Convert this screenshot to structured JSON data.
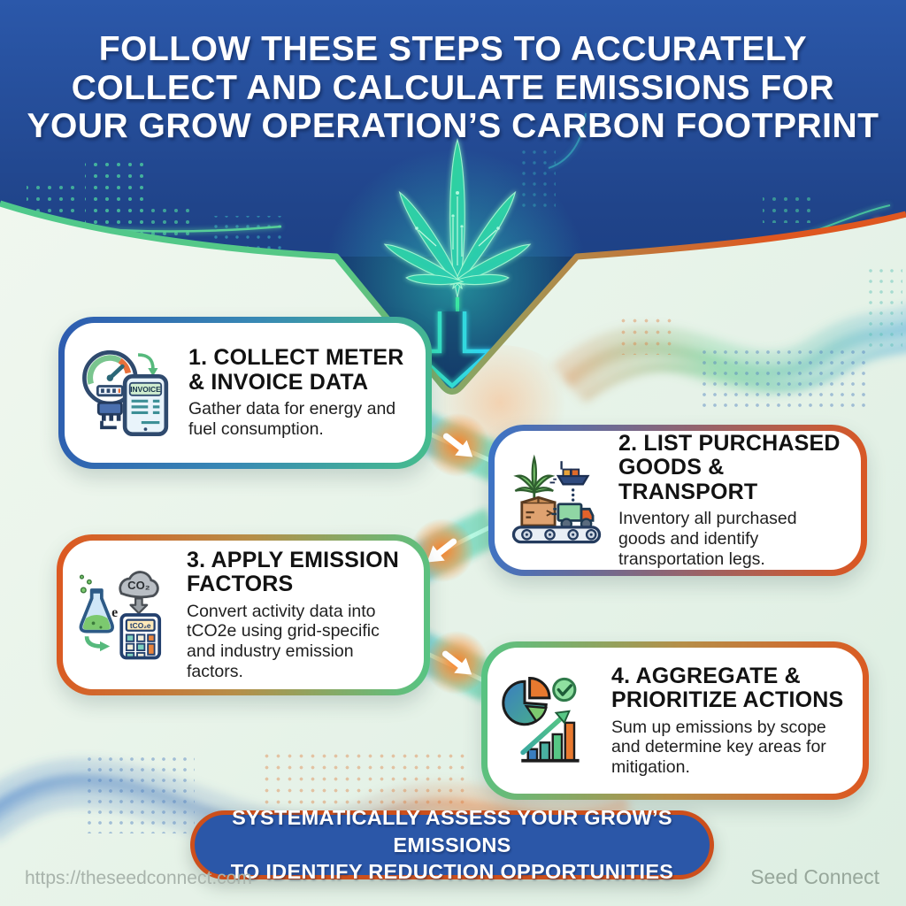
{
  "header": {
    "line1": "FOLLOW THESE STEPS TO ACCURATELY",
    "line2": "COLLECT AND CALCULATE EMISSIONS FOR",
    "line3": "YOUR GROW OPERATION’S CARBON FOOTPRINT"
  },
  "steps": [
    {
      "number": "1.",
      "title": "COLLECT METER & INVOICE DATA",
      "description": "Gather data for energy and fuel consumption.",
      "icon": "meter-invoice-icon",
      "icon_label": "INVOICE"
    },
    {
      "number": "2.",
      "title": "LIST PURCHASED GOODS & TRANSPORT",
      "description": "Inventory all purchased goods and identify transportation legs.",
      "icon": "supply-chain-icon"
    },
    {
      "number": "3.",
      "title": "APPLY EMISSION FACTORS",
      "description": "Convert activity data into tCO2e using grid-specific and industry emission factors.",
      "icon": "emission-factors-icon",
      "icon_label_cloud": "CO₂",
      "icon_label_calc": "tCO₂e",
      "icon_label_e": "e"
    },
    {
      "number": "4.",
      "title": "AGGREGATE & PRIORITIZE ACTIONS",
      "description": "Sum up emissions by scope and determine key areas for mitigation.",
      "icon": "chart-prioritize-icon"
    }
  ],
  "banner": {
    "line1": "SYSTEMATICALLY ASSESS YOUR GROW’S EMISSIONS",
    "line2": "TO IDENTIFY REDUCTION OPPORTUNITIES"
  },
  "footer": {
    "url": "https://theseedconnect.com",
    "brand": "Seed Connect"
  },
  "colors": {
    "header_blue": "#24509e",
    "edge_green": "#4fc98c",
    "edge_orange": "#de5720",
    "banner_blue": "#2b57a8",
    "banner_border": "#cc4f1c",
    "leaf_green": "#37e07c",
    "leaf_cyan": "#2ea6ff",
    "stream_blue": "#2fa3e0",
    "stream_green": "#39c98e",
    "arrow_glow_orange": "#ff8a1e"
  }
}
